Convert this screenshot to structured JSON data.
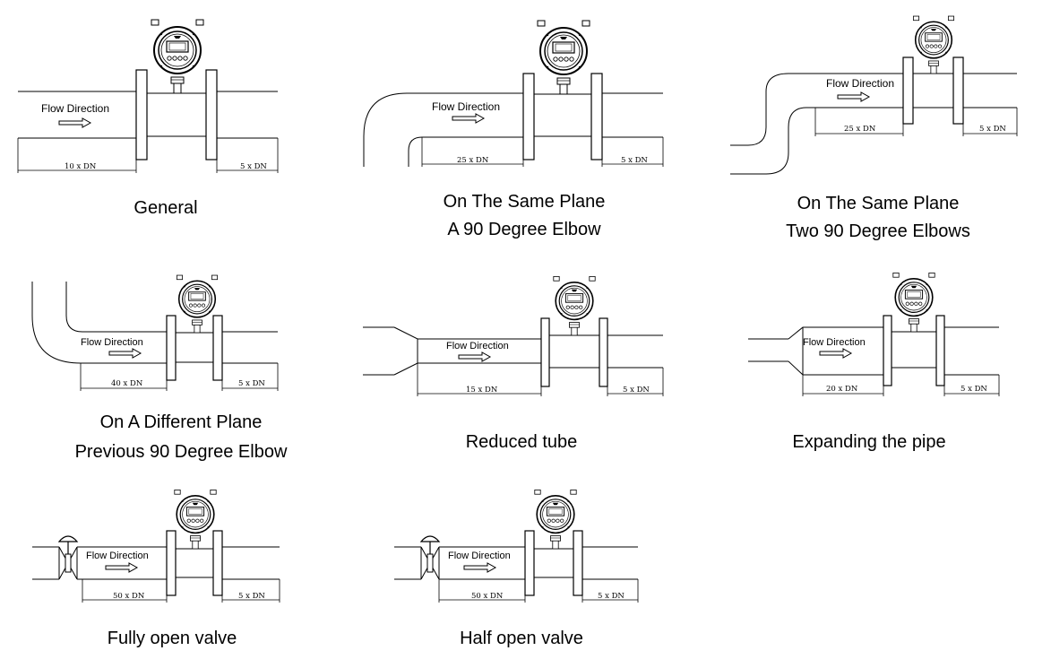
{
  "colors": {
    "ink": "#000000",
    "background": "#ffffff"
  },
  "icons": {
    "meter": "flowmeter-transmitter-icon",
    "arrow": "flow-arrow-icon",
    "valve": "valve-handwheel-icon"
  },
  "diagrams": [
    {
      "flow_label": "Flow Direction",
      "upstream": "10 x DN",
      "downstream": "5 x DN",
      "caption": [
        "General"
      ]
    },
    {
      "flow_label": "Flow Direction",
      "upstream": "25 x DN",
      "downstream": "5 x DN",
      "caption": [
        "On The Same Plane",
        "A 90 Degree Elbow"
      ]
    },
    {
      "flow_label": "Flow Direction",
      "upstream": "25 x DN",
      "downstream": "5 x DN",
      "caption": [
        "On The Same Plane",
        "Two 90 Degree Elbows"
      ]
    },
    {
      "flow_label": "Flow Direction",
      "upstream": "40 x DN",
      "downstream": "5 x DN",
      "caption": [
        "On A Different Plane",
        "Previous 90 Degree Elbow"
      ]
    },
    {
      "flow_label": "Flow Direction",
      "upstream": "15 x DN",
      "downstream": "5 x DN",
      "caption": [
        "Reduced tube"
      ]
    },
    {
      "flow_label": "Flow Direction",
      "upstream": "20 x DN",
      "downstream": "5 x DN",
      "caption": [
        "Expanding the pipe"
      ]
    },
    {
      "flow_label": "Flow Direction",
      "upstream": "50 x DN",
      "downstream": "5 x DN",
      "caption": [
        "Fully open valve"
      ]
    },
    {
      "flow_label": "Flow Direction",
      "upstream": "50 x DN",
      "downstream": "5 x DN",
      "caption": [
        "Half open valve"
      ]
    }
  ]
}
